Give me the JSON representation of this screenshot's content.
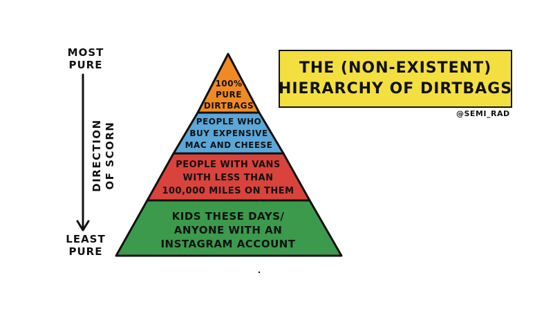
{
  "diagram": {
    "title": {
      "line1": "THE (NON-EXISTENT)",
      "line2": "HIERARCHY OF DIRTBAGS",
      "background": "#f3df3f"
    },
    "credit": "@SEMI_RAD",
    "axis": {
      "top_line1": "MOST",
      "top_line2": "PURE",
      "bottom_line1": "LEAST",
      "bottom_line2": "PURE",
      "direction_line1": "DIRECTION",
      "direction_line2": "OF SCORN"
    },
    "tiers": [
      {
        "lines": [
          "100%",
          "PURE",
          "DIRTBAGS"
        ],
        "color": "#f08a24"
      },
      {
        "lines": [
          "PEOPLE WHO",
          "BUY EXPENSIVE",
          "MAC AND CHEESE"
        ],
        "color": "#5aa7d8"
      },
      {
        "lines": [
          "PEOPLE WITH VANS",
          "WITH LESS THAN",
          "100,000 MILES ON THEM"
        ],
        "color": "#d9433c"
      },
      {
        "lines": [
          "KIDS THESE DAYS/",
          "ANYONE WITH AN",
          "INSTAGRAM ACCOUNT"
        ],
        "color": "#3b9a4c"
      }
    ]
  }
}
